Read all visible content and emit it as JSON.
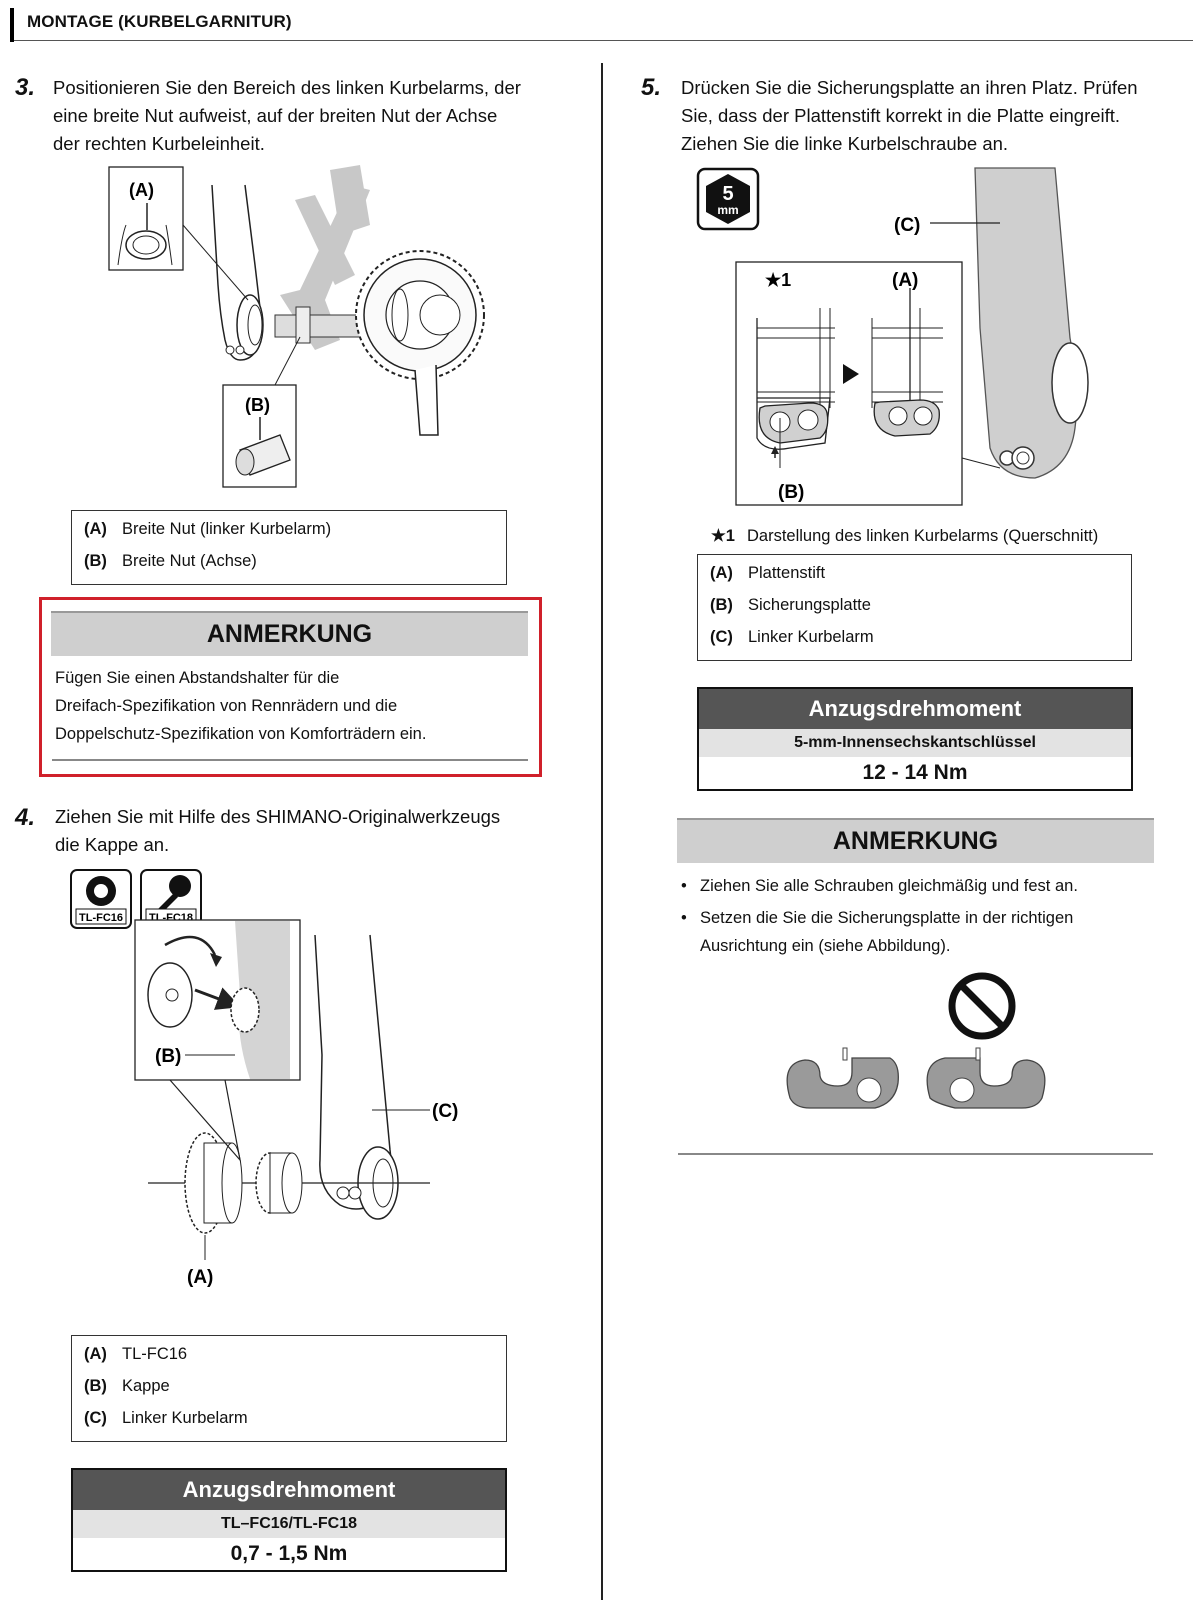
{
  "header": {
    "title": "MONTAGE (KURBELGARNITUR)"
  },
  "step3": {
    "number": "3.",
    "lines": [
      "Positionieren Sie den Bereich des linken Kurbelarms, der",
      "eine breite Nut aufweist, auf der breiten Nut der Achse",
      "der rechten Kurbeleinheit."
    ],
    "figure_labels": {
      "a": "(A)",
      "b": "(B)"
    },
    "legend": [
      {
        "key": "(A)",
        "text": "Breite Nut (linker Kurbelarm)"
      },
      {
        "key": "(B)",
        "text": "Breite Nut (Achse)"
      }
    ]
  },
  "note1": {
    "title": "ANMERKUNG",
    "lines": [
      "Fügen Sie einen Abstandshalter für die",
      "Dreifach-Spezifikation von Rennrädern und die",
      "Doppelschutz-Spezifikation von Komforträdern ein."
    ]
  },
  "step4": {
    "number": "4.",
    "lines": [
      "Ziehen Sie mit Hilfe des SHIMANO-Originalwerkzeugs",
      "die Kappe an."
    ],
    "tools": [
      "TL-FC16",
      "TL-FC18"
    ],
    "figure_labels": {
      "a": "(A)",
      "b": "(B)",
      "c": "(C)"
    },
    "legend": [
      {
        "key": "(A)",
        "text": "TL-FC16"
      },
      {
        "key": "(B)",
        "text": "Kappe"
      },
      {
        "key": "(C)",
        "text": "Linker Kurbelarm"
      }
    ],
    "torque": {
      "title": "Anzugsdrehmoment",
      "tool": "TL–FC16/TL-FC18",
      "value": "0,7 - 1,5 Nm"
    }
  },
  "step5": {
    "number": "5.",
    "lines": [
      "Drücken Sie die Sicherungsplatte an ihren Platz. Prüfen",
      "Sie, dass der Plattenstift korrekt in die Platte eingreift.",
      "Ziehen Sie die linke Kurbelschraube an."
    ],
    "hex_tool": {
      "size": "5",
      "unit": "mm"
    },
    "figure_labels": {
      "star": "★1",
      "a": "(A)",
      "b": "(B)",
      "c": "(C)"
    },
    "star_note": {
      "key": "★1",
      "text": "Darstellung des linken Kurbelarms (Querschnitt)"
    },
    "legend": [
      {
        "key": "(A)",
        "text": "Plattenstift"
      },
      {
        "key": "(B)",
        "text": "Sicherungsplatte"
      },
      {
        "key": "(C)",
        "text": "Linker Kurbelarm"
      }
    ],
    "torque": {
      "title": "Anzugsdrehmoment",
      "tool": "5-mm-Innensechskantschlüssel",
      "value": "12 - 14 Nm"
    }
  },
  "note2": {
    "title": "ANMERKUNG",
    "bullets": [
      [
        "Ziehen Sie alle Schrauben gleichmäßig und fest an."
      ],
      [
        "Setzen die Sie die Sicherungsplatte in der richtigen",
        "Ausrichtung ein (siehe Abbildung)."
      ]
    ]
  }
}
